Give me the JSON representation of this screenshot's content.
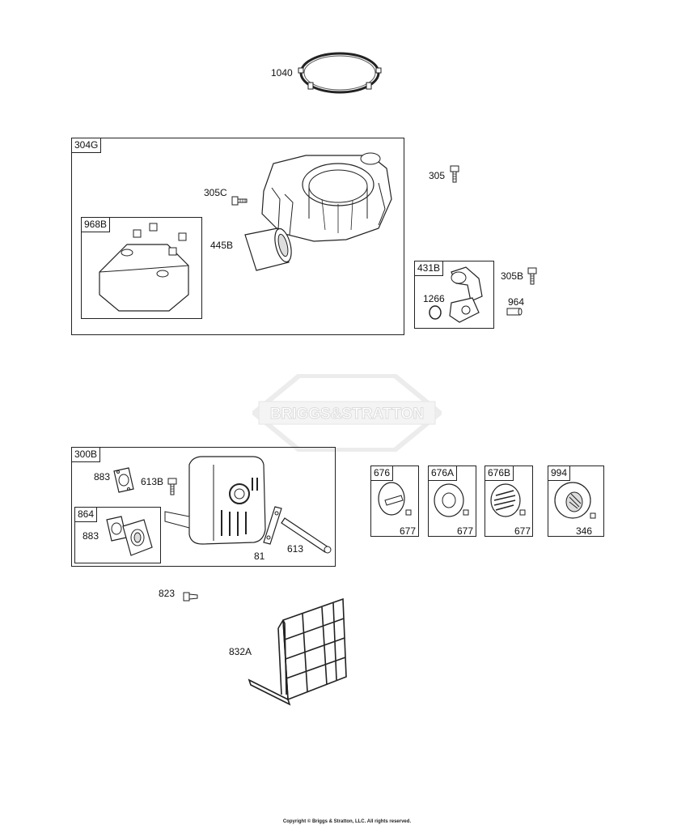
{
  "brand": {
    "watermark_text": "BRIGGS&STRATTON"
  },
  "footer": {
    "copyright": "Copyright © Briggs & Stratton, LLC. All rights reserved."
  },
  "groups": {
    "g304G": "304G",
    "g968B": "968B",
    "g431B": "431B",
    "g300B": "300B",
    "g864": "864",
    "g676": "676",
    "g676A": "676A",
    "g676B": "676B",
    "g994": "994"
  },
  "parts": {
    "p1040": "1040",
    "p305C": "305C",
    "p445B": "445B",
    "p305": "305",
    "p305B": "305B",
    "p1266": "1266",
    "p964": "964",
    "p883a": "883",
    "p613B": "613B",
    "p883b": "883",
    "p81": "81",
    "p613": "613",
    "p677a": "677",
    "p677b": "677",
    "p677c": "677",
    "p346": "346",
    "p823": "823",
    "p832A": "832A"
  }
}
